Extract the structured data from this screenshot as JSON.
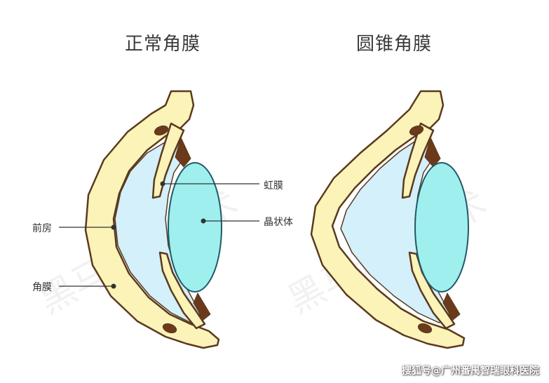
{
  "titles": {
    "normal": "正常角膜",
    "keratoconus": "圆锥角膜"
  },
  "labels": {
    "iris": "虹膜",
    "lens": "晶状体",
    "anterior_chamber": "前房",
    "cornea": "角膜"
  },
  "watermark": "黑马近视手术",
  "credit": "搜狐号@广州番禺智瑞眼科医院",
  "colors": {
    "sclera_fill": "#fbf3b8",
    "outline": "#5a3a1e",
    "anterior_chamber": "#d3f0fb",
    "lens": "#9fefef",
    "lens_outline": "#1f5a66",
    "pigment": "#6b3a1b",
    "leader_line": "#333333"
  }
}
